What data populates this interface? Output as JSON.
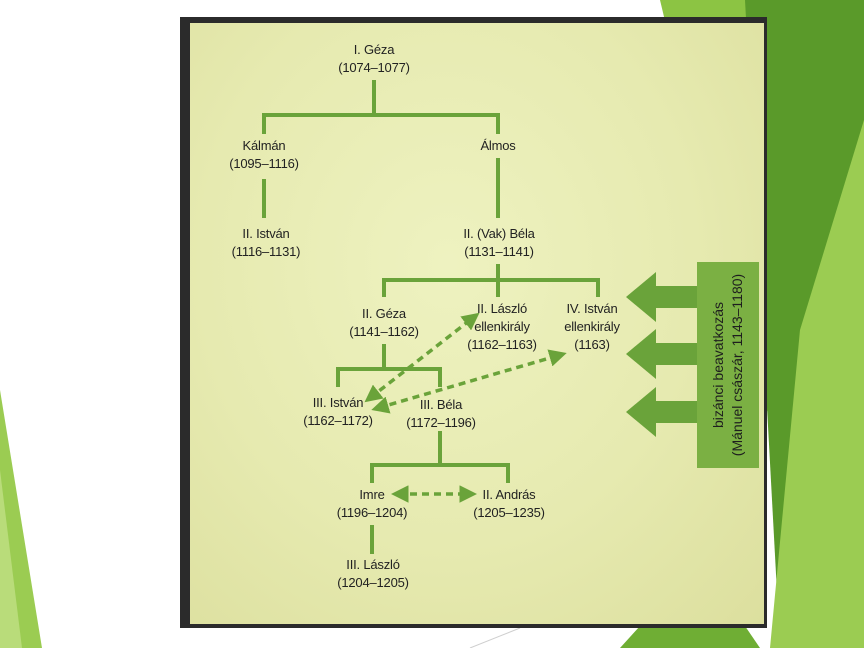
{
  "colors": {
    "line": "#6aa33a",
    "panel": "#e8ebb4",
    "band": "#7bb043",
    "slide_green_dark": "#5a9a2a",
    "slide_green_light": "#9bcc52"
  },
  "nodes": {
    "geza1": {
      "name": "I. Géza",
      "years": "(1074–1077)"
    },
    "kalman": {
      "name": "Kálmán",
      "years": "(1095–1116)"
    },
    "almos": {
      "name": "Álmos",
      "years": ""
    },
    "istvan2": {
      "name": "II. István",
      "years": "(1116–1131)"
    },
    "bela2": {
      "name": "II. (Vak) Béla",
      "years": "(1131–1141)"
    },
    "geza2": {
      "name": "II. Géza",
      "years": "(1141–1162)"
    },
    "laszlo2": {
      "name": "II. László",
      "role": "ellenkirály",
      "years": "(1162–1163)"
    },
    "istvan4": {
      "name": "IV. István",
      "role": "ellenkirály",
      "years": "(1163)"
    },
    "istvan3": {
      "name": "III. István",
      "years": "(1162–1172)"
    },
    "bela3": {
      "name": "III. Béla",
      "years": "(1172–1196)"
    },
    "imre": {
      "name": "Imre",
      "years": "(1196–1204)"
    },
    "andras2": {
      "name": "II. András",
      "years": "(1205–1235)"
    },
    "laszlo3": {
      "name": "III. László",
      "years": "(1204–1205)"
    }
  },
  "side_label": {
    "line1": "bizánci beavatkozás",
    "line2": "(Mánuel császár, 1143–1180)"
  }
}
